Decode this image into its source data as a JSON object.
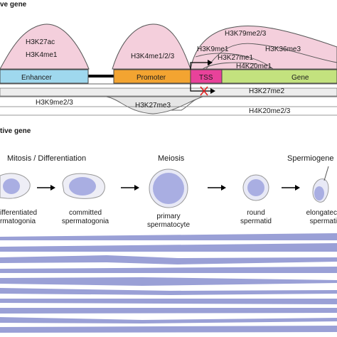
{
  "sections": {
    "active_title": "ve gene",
    "inactive_title": "tive gene"
  },
  "peaks": {
    "enhancer_mark1": "H3K27ac",
    "enhancer_mark2": "H3K4me1",
    "promoter_mark": "H3K4me1/2/3",
    "gene_mark_top": "H3K79me2/3",
    "gene_mark_k9": "H3K9me1",
    "gene_mark_k36": "H3K36me3",
    "gene_mark_k27": "H3K27me1",
    "gene_mark_k20": "H4K20me1"
  },
  "elements": {
    "enhancer": "Enhancer",
    "promoter": "Promoter",
    "tss": "TSS",
    "gene": "Gene"
  },
  "repressive": {
    "h3k9": "H3K9me2/3",
    "h3k27me3": "H3K27me3",
    "h3k27me2": "H3K27me2",
    "h4k20": "H4K20me2/3"
  },
  "stages": {
    "mitosis": "Mitosis / Differentiation",
    "meiosis": "Meiosis",
    "spermiogenesis": "Spermiogene"
  },
  "cells": [
    {
      "line1": "ifferentiated",
      "line2": "rmatogonia"
    },
    {
      "line1": "committed",
      "line2": "spermatogonia"
    },
    {
      "line1": "primary",
      "line2": "spermatocyte"
    },
    {
      "line1": "round",
      "line2": "spermatid"
    },
    {
      "line1": "elongatec",
      "line2": "spermati"
    }
  ],
  "colors": {
    "peak_fill": "#f4cfdc",
    "enhancer": "#9fd8ee",
    "promoter": "#f3a431",
    "tss": "#e9429a",
    "gene": "#c3e27e",
    "band": "#9aa0d6",
    "cell_nucleus": "#a9aee2"
  }
}
